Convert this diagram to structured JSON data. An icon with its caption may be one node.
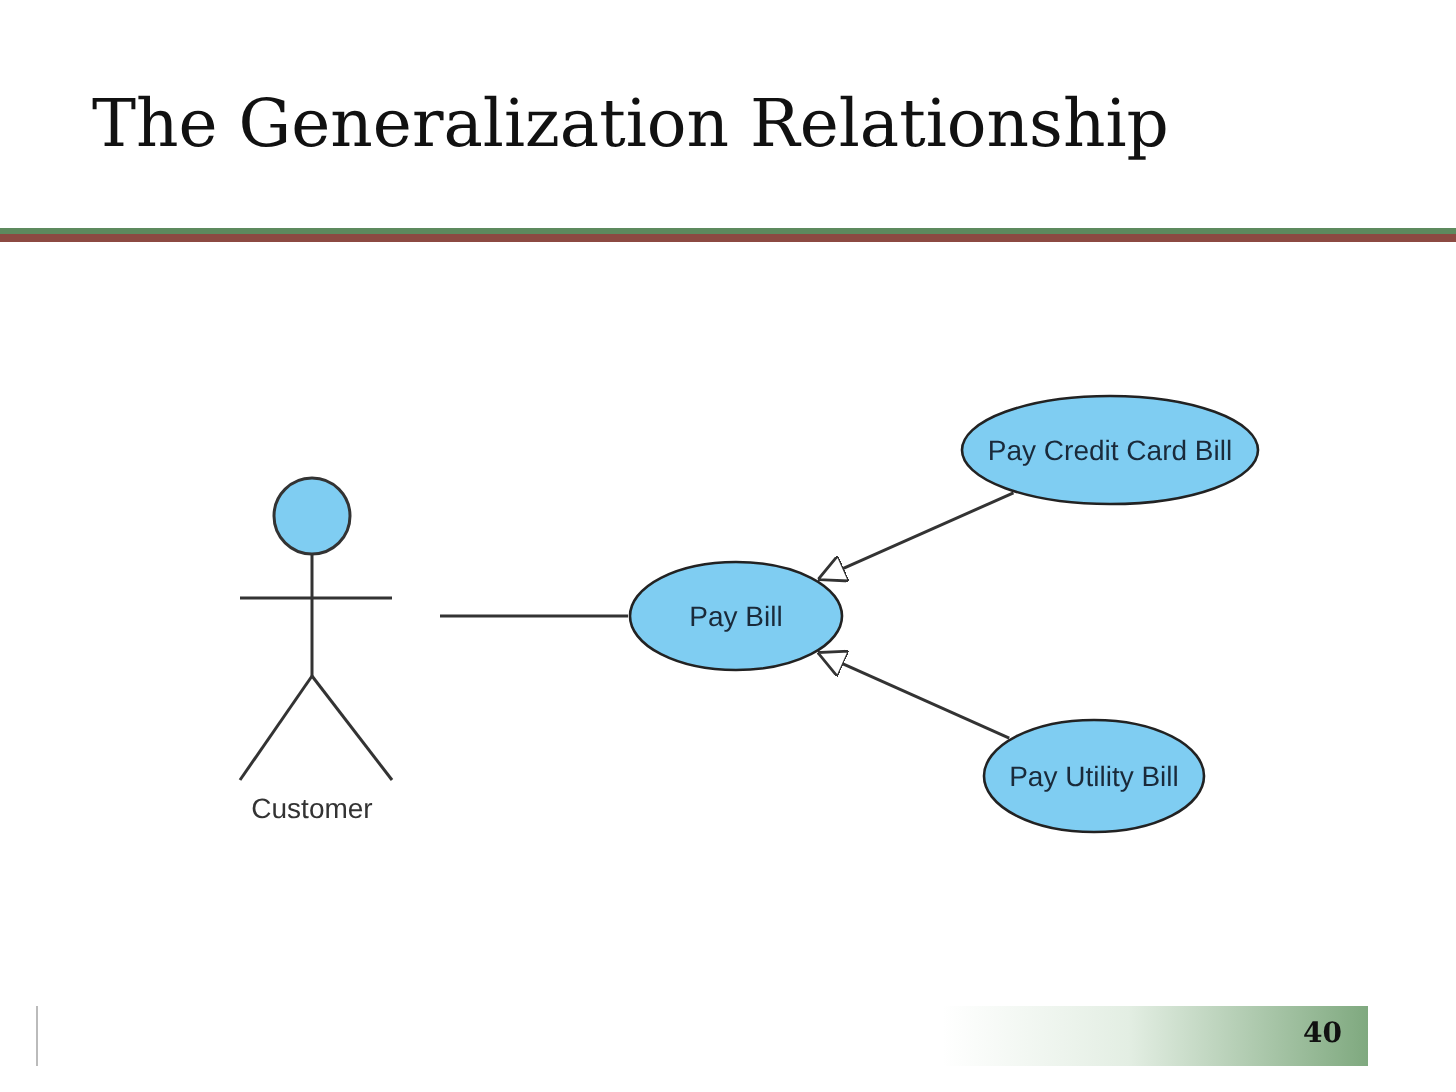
{
  "diagram": {
    "title": "The Generalization Relationship",
    "nodes": [
      {
        "text": [
          "Customer"
        ]
      },
      {
        "text": [
          "Pay Credit Card Bill"
        ]
      },
      {
        "text": [
          "Pay Bill"
        ]
      },
      {
        "text": [
          "Pay Utility Bill"
        ]
      }
    ],
    "edges": [
      {
        "from": 0,
        "to": 2,
        "arrow": "none"
      },
      {
        "from": 1,
        "to": 2,
        "arrow": "to"
      },
      {
        "from": 3,
        "to": 2,
        "arrow": "to"
      }
    ],
    "labels": [
      "40"
    ]
  }
}
